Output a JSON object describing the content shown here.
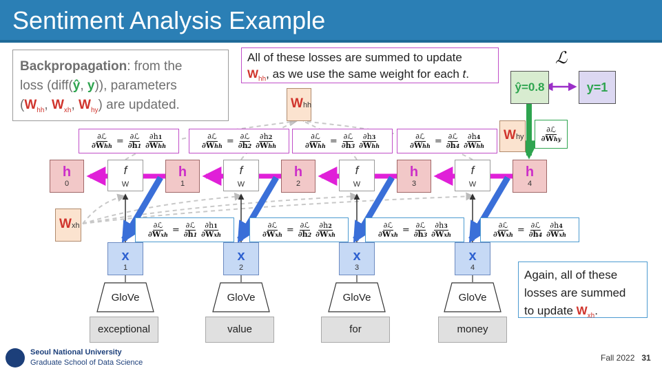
{
  "slide": {
    "title": "Sentiment Analysis Example",
    "university": "Seoul National University",
    "school": "Graduate School of Data Science",
    "term": "Fall 2022",
    "page": "31"
  },
  "backprop_note": {
    "bold": "Backpropagation",
    "line1_rest": ": from the",
    "line2_a": "loss (diff(",
    "yhat": "ŷ",
    "comma": ", ",
    "y": "y",
    "line2_b": ")), parameters",
    "paren_open": "(",
    "w1": "W",
    "w1_sub": "hh",
    "w2": "W",
    "w2_sub": "xh",
    "w3": "W",
    "w3_sub": "hy",
    "line3_end": ") are updated."
  },
  "sum_note_hh": {
    "line1": "All of these losses are summed to update",
    "w": "W",
    "w_sub": "hh",
    "line2": ", as we use the same weight for each ",
    "t": "t",
    "dot": "."
  },
  "sum_note_xh": {
    "line1": "Again, all of these",
    "line2": "losses are summed",
    "line3": "to update ",
    "w": "W",
    "w_sub": "xh",
    "dot": "."
  },
  "loss_symbol": "ℒ",
  "outputs": {
    "yhat_label": "ŷ=0.8",
    "y_label": "y=1"
  },
  "weights": {
    "hh": {
      "label": "W",
      "sub": "hh"
    },
    "hy": {
      "label": "W",
      "sub": "hy"
    },
    "xh": {
      "label": "W",
      "sub": "xh"
    }
  },
  "hidden_nodes": [
    {
      "label": "h",
      "sub": "0"
    },
    {
      "label": "h",
      "sub": "1"
    },
    {
      "label": "h",
      "sub": "2"
    },
    {
      "label": "h",
      "sub": "3"
    },
    {
      "label": "h",
      "sub": "4"
    }
  ],
  "f_nodes": [
    {
      "label": "f",
      "sub": "W"
    },
    {
      "label": "f",
      "sub": "W"
    },
    {
      "label": "f",
      "sub": "W"
    },
    {
      "label": "f",
      "sub": "W"
    }
  ],
  "input_nodes": [
    {
      "label": "x",
      "sub": "1"
    },
    {
      "label": "x",
      "sub": "2"
    },
    {
      "label": "x",
      "sub": "3"
    },
    {
      "label": "x",
      "sub": "4"
    }
  ],
  "embedding": [
    "GloVe",
    "GloVe",
    "GloVe",
    "GloVe"
  ],
  "words": [
    "exceptional",
    "value",
    "for",
    "money"
  ],
  "grad_hy": {
    "num": "∂ℒ",
    "den": "∂W",
    "den_sub": "hy"
  },
  "grads_hh": [
    {
      "a_num": "∂ℒ",
      "a_den": "∂W",
      "a_sub": "hh",
      "b_num": "∂ℒ",
      "b_den": "∂h",
      "b_sub": "1",
      "c_num": "∂h",
      "c_num_sub": "1",
      "c_den": "∂W",
      "c_sub": "hh"
    },
    {
      "a_num": "∂ℒ",
      "a_den": "∂W",
      "a_sub": "hh",
      "b_num": "∂ℒ",
      "b_den": "∂h",
      "b_sub": "2",
      "c_num": "∂h",
      "c_num_sub": "2",
      "c_den": "∂W",
      "c_sub": "hh"
    },
    {
      "a_num": "∂ℒ",
      "a_den": "∂W",
      "a_sub": "hh",
      "b_num": "∂ℒ",
      "b_den": "∂h",
      "b_sub": "3",
      "c_num": "∂h",
      "c_num_sub": "3",
      "c_den": "∂W",
      "c_sub": "hh"
    },
    {
      "a_num": "∂ℒ",
      "a_den": "∂W",
      "a_sub": "hh",
      "b_num": "∂ℒ",
      "b_den": "∂h",
      "b_sub": "4",
      "c_num": "∂h",
      "c_num_sub": "4",
      "c_den": "∂W",
      "c_sub": "hh"
    }
  ],
  "grads_xh": [
    {
      "a_num": "∂ℒ",
      "a_den": "∂W",
      "a_sub": "xh",
      "b_num": "∂ℒ",
      "b_den": "∂h",
      "b_sub": "1",
      "c_num": "∂h",
      "c_num_sub": "1",
      "c_den": "∂W",
      "c_sub": "xh"
    },
    {
      "a_num": "∂ℒ",
      "a_den": "∂W",
      "a_sub": "xh",
      "b_num": "∂ℒ",
      "b_den": "∂h",
      "b_sub": "2",
      "c_num": "∂h",
      "c_num_sub": "2",
      "c_den": "∂W",
      "c_sub": "xh"
    },
    {
      "a_num": "∂ℒ",
      "a_den": "∂W",
      "a_sub": "xh",
      "b_num": "∂ℒ",
      "b_den": "∂h",
      "b_sub": "3",
      "c_num": "∂h",
      "c_num_sub": "3",
      "c_den": "∂W",
      "c_sub": "xh"
    },
    {
      "a_num": "∂ℒ",
      "a_den": "∂W",
      "a_sub": "xh",
      "b_num": "∂ℒ",
      "b_den": "∂h",
      "b_sub": "4",
      "c_num": "∂h",
      "c_num_sub": "4",
      "c_den": "∂W",
      "c_sub": "xh"
    }
  ],
  "colors": {
    "title_bar": "#2b7fb5",
    "hidden_fill": "#f2c8c8",
    "input_fill": "#c6d9f5",
    "weight_fill": "#fbe3cf",
    "arrow_magenta": "#e020d8",
    "arrow_blue": "#3a6fd8",
    "arrow_green": "#2ea44f",
    "weight_red": "#d0342c"
  }
}
